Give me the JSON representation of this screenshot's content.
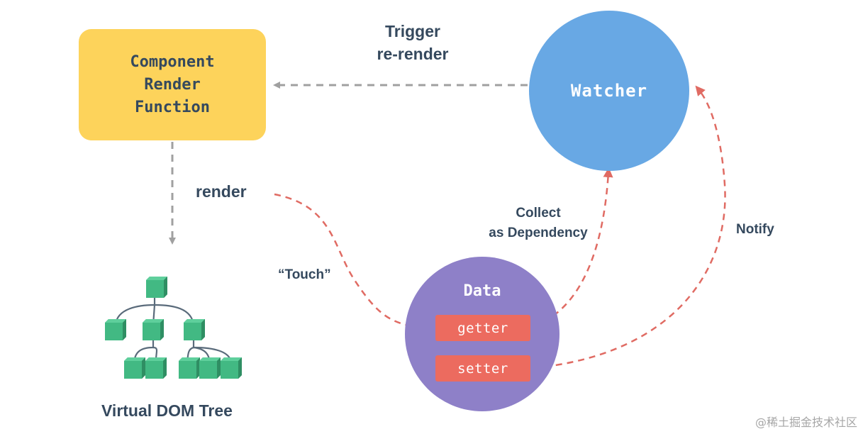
{
  "component": {
    "line1": "Component",
    "line2": "Render",
    "line3": "Function",
    "color": "#fdd35b"
  },
  "watcher": {
    "label": "Watcher",
    "color": "#68a8e4"
  },
  "data_node": {
    "title": "Data",
    "getter": "getter",
    "setter": "setter",
    "color": "#8e80c8",
    "accessor_color": "#ec6b5f"
  },
  "edges": {
    "trigger_line1": "Trigger",
    "trigger_line2": "re-render",
    "render": "render",
    "touch": "“Touch”",
    "collect_line1": "Collect",
    "collect_line2": "as Dependency",
    "notify": "Notify"
  },
  "tree": {
    "label": "Virtual DOM Tree",
    "color": "#42b983"
  },
  "text_color": "#35495e",
  "arrow_gray": "#a0a0a0",
  "arrow_red": "#e06b63",
  "watermark": "@稀土掘金技术社区"
}
